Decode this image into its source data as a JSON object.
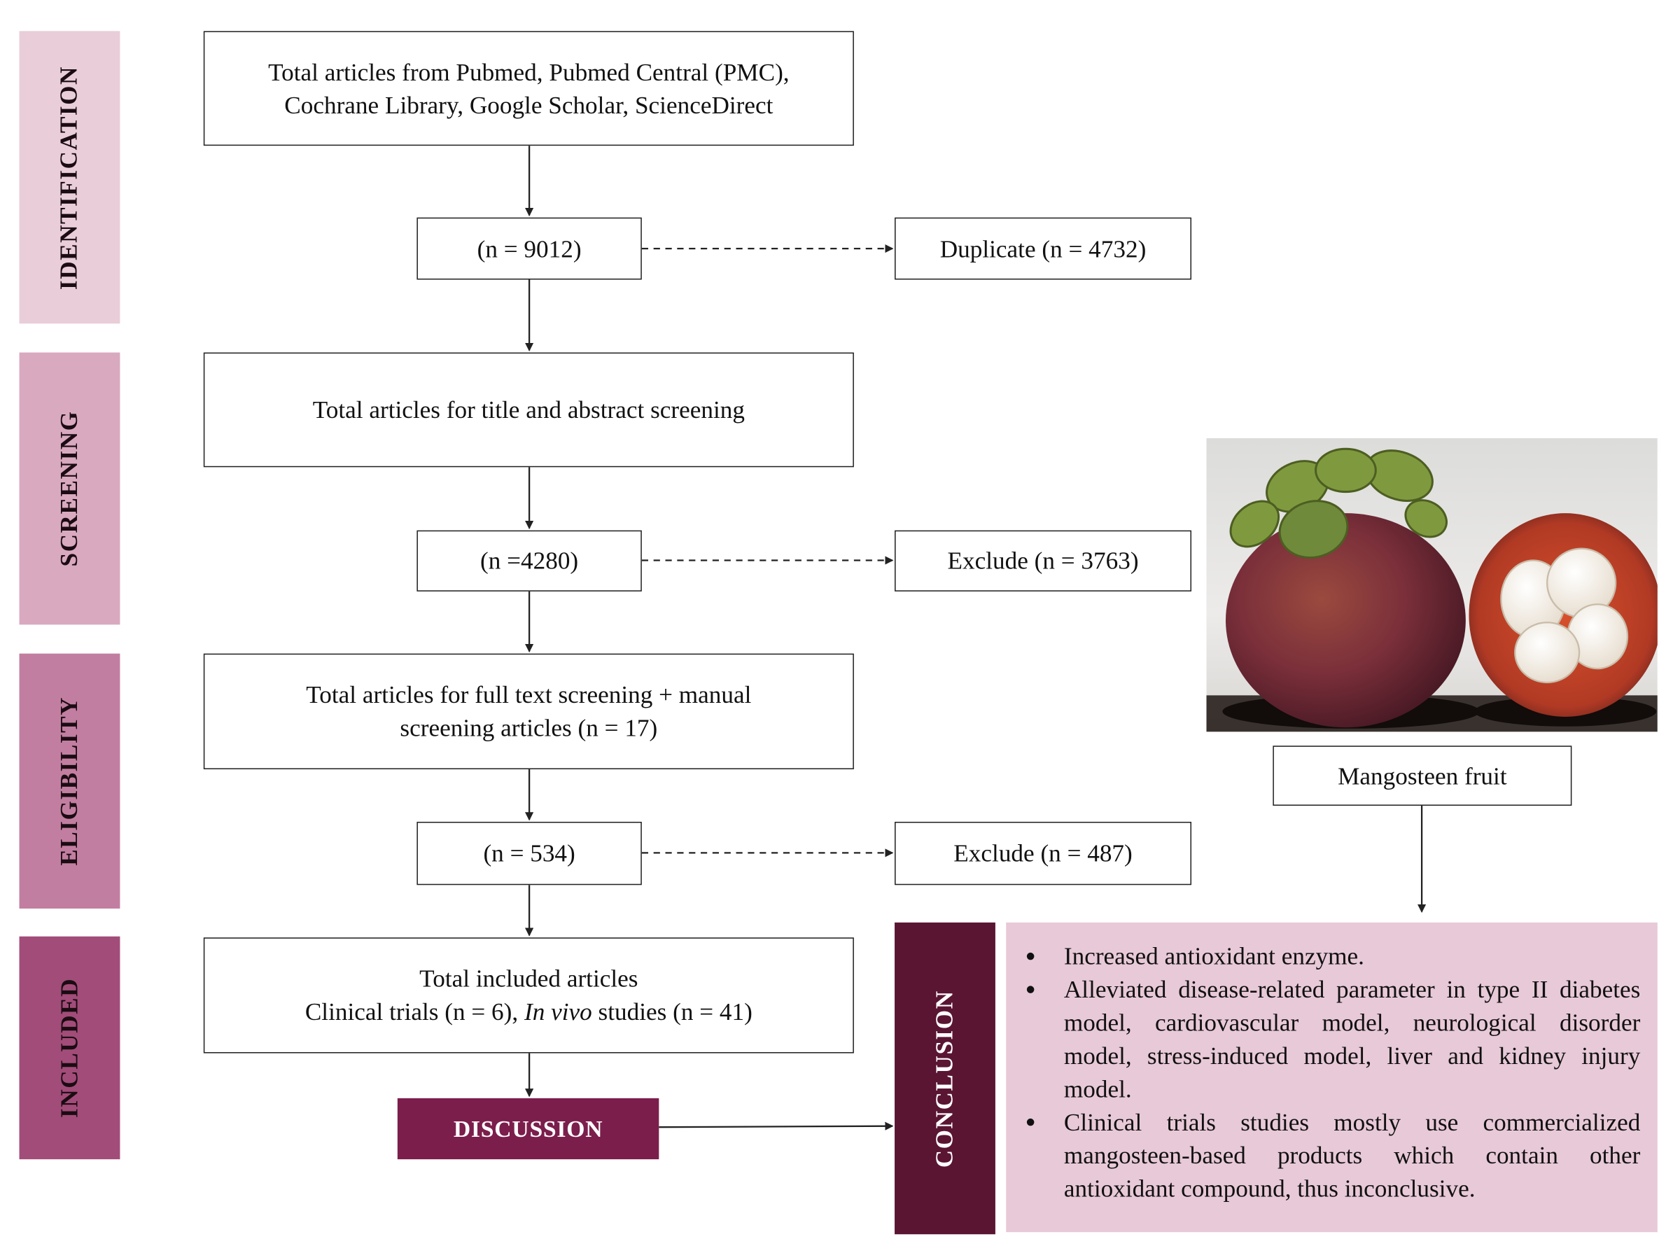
{
  "phases": {
    "identification": "IDENTIFICATION",
    "screening": "SCREENING",
    "eligibility": "ELIGIBILITY",
    "included": "INCLUDED"
  },
  "boxes": {
    "total_articles": [
      "Total articles from Pubmed, Pubmed Central (PMC),",
      "Cochrane Library, Google Scholar, ScienceDirect"
    ],
    "n_total": "(n = 9012)",
    "duplicate": "Duplicate (n = 4732)",
    "title_abstract": "Total articles for title and abstract screening",
    "n_screen": "(n =4280)",
    "exclude_screen": "Exclude (n = 3763)",
    "full_text": [
      "Total articles for full text screening + manual",
      "screening articles (n = 17)"
    ],
    "n_eligible": "(n = 534)",
    "exclude_eligible": "Exclude (n = 487)",
    "included_title": "Total included articles",
    "included_clinical": "Clinical trials (n = 6), ",
    "included_invivo_italic": "In vivo",
    "included_invivo_rest": " studies (n = 41)",
    "fruit_label": "Mangosteen fruit"
  },
  "discussion": "DISCUSSION",
  "conclusion": {
    "tab": "CONCLUSION",
    "bullets": [
      "Increased antioxidant enzyme.",
      "Alleviated disease-related parameter in type II diabetes model, cardiovascular model, neurological disorder model, stress-induced model, liver and kidney injury model.",
      "Clinical trials studies mostly use commercialized mangosteen-based products which contain other antioxidant compound, thus inconclusive."
    ]
  },
  "colors": {
    "identification": "#e9cdd8",
    "screening": "#d9a9bf",
    "eligibility": "#c27ea0",
    "included": "#a24c79",
    "discussion": "#7b1e4b",
    "conclusion_tab": "#5a1533",
    "conclusion_body": "#e8c9d7"
  }
}
